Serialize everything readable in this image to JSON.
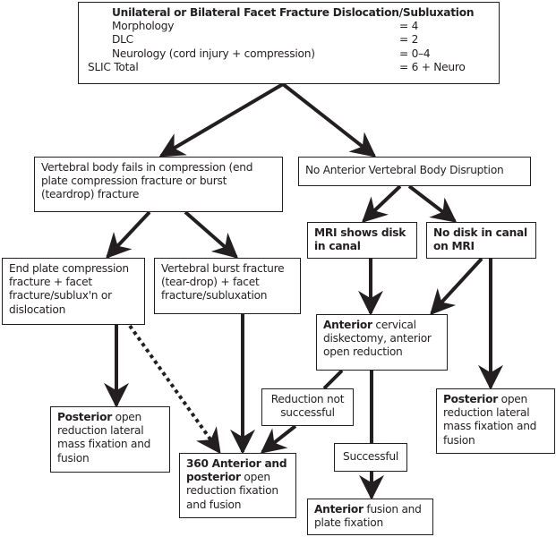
{
  "slic_box": {
    "title": "Unilateral or Bilateral Facet Fracture Dislocation/Subluxation",
    "rows": [
      {
        "label": "Morphology",
        "value": "= 4"
      },
      {
        "label": "DLC",
        "value": "= 2"
      },
      {
        "label": "Neurology (cord injury + compression)",
        "value": "= 0–4"
      }
    ],
    "total": {
      "label": "SLIC Total",
      "value": "= 6 + Neuro"
    }
  },
  "nodes": {
    "compression": {
      "text": "Vertebral body fails in compression (end plate compression fracture or burst (teardrop) fracture"
    },
    "no_anterior": {
      "text": "No Anterior Vertebral Body Disruption"
    },
    "end_plate": {
      "text": "End plate compression fracture + facet fracture/sublux'n or dislocation"
    },
    "burst": {
      "text": "Vertebral burst fracture (tear-drop) + facet fracture/subluxation"
    },
    "mri_disk": {
      "bold": "MRI shows disk in canal"
    },
    "no_disk": {
      "bold": "No disk in canal on MRI"
    },
    "anterior_diskectomy": {
      "bold": "Anterior",
      "text": " cervical diskectomy, anterior open reduction"
    },
    "posterior_left": {
      "bold": "Posterior",
      "text": " open reduction lateral mass fixation and fusion"
    },
    "posterior_right": {
      "bold": "Posterior",
      "text": " open reduction lateral mass fixation and fusion"
    },
    "reduction_not_successful": {
      "text": "Reduction not successful"
    },
    "successful": {
      "text": "Successful"
    },
    "circumferential": {
      "bold": "360 Anterior and posterior",
      "text": " open reduction fixation and fusion"
    },
    "anterior_fusion": {
      "bold": "Anterior",
      "text": " fusion and plate fixation"
    }
  },
  "colors": {
    "line": "#231f20",
    "background": "#ffffff"
  }
}
